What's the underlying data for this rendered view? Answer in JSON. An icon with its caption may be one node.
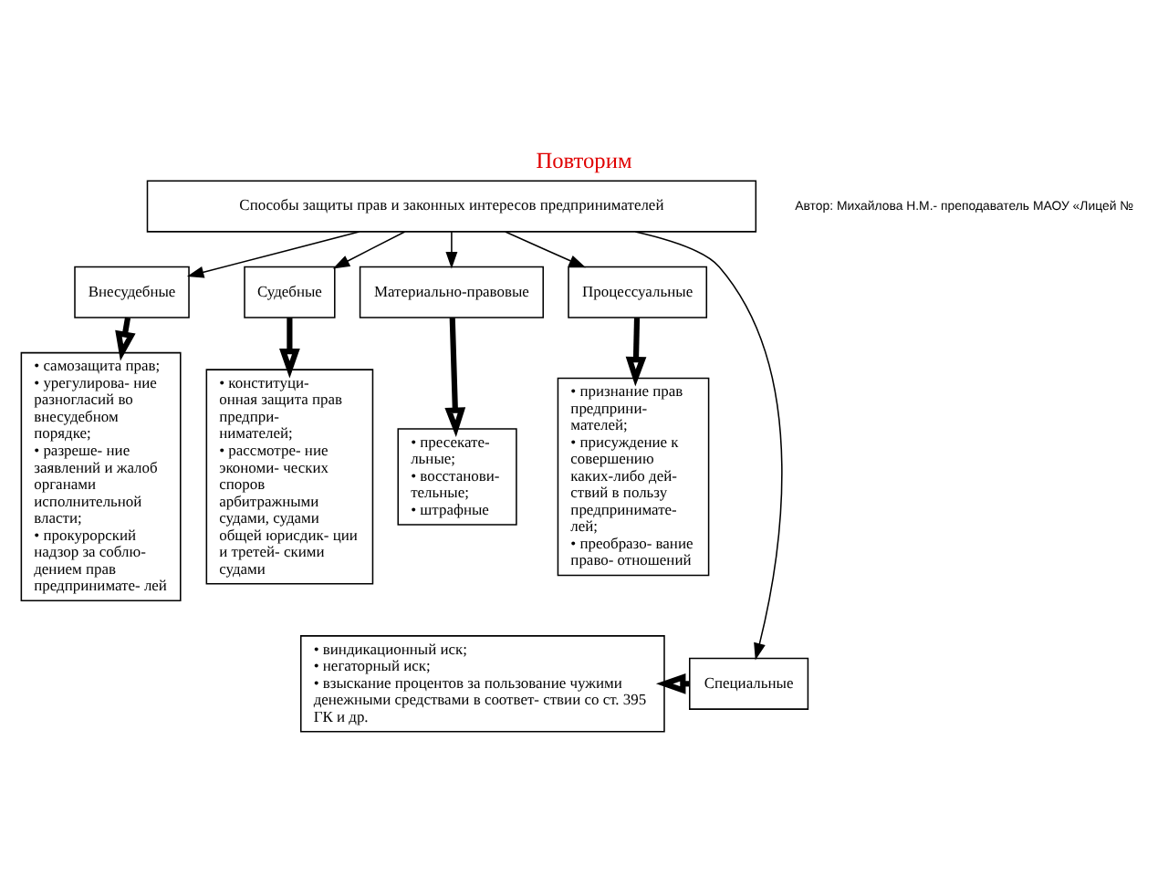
{
  "diagram": {
    "title": "Повторим",
    "nodes": [
      {
        "text": [
          "Способы защиты прав и законных интересов предпринимателей"
        ]
      },
      {
        "text": [
          "Внесудебные"
        ]
      },
      {
        "text": [
          "Судебные"
        ]
      },
      {
        "text": [
          "Материально-правовые"
        ]
      },
      {
        "text": [
          "Процессуальные"
        ]
      },
      {
        "text": [
          "• самозащита прав;",
          "• урегулирова- ние разногласий во внесудебном порядке;",
          "• разреше- ние заявлений и жалоб органами исполнительной власти;",
          "• прокурорский надзор за соблю- дением прав предпринимате- лей"
        ]
      },
      {
        "text": [
          "• конституци- онная защита прав предпри- нимателей;",
          "• рассмотре- ние экономи- ческих споров арбитражными судами, судами общей юрисдик- ции и третей- скими судами"
        ]
      },
      {
        "text": [
          "• пресекате- льные;",
          "• восстанови- тельные;",
          "• штрафные"
        ]
      },
      {
        "text": [
          "• признание прав предприни- мателей;",
          "• присуждение к совершению каких-либо дей- ствий в пользу предпринимате- лей;",
          "• преобразо- вание право- отношений"
        ]
      },
      {
        "text": [
          "Специальные"
        ]
      },
      {
        "text": [
          "• виндикационный иск;",
          "• негаторный иск;",
          "• взыскание процентов за пользование чужими денежными средствами в соответ- ствии со ст. 395 ГК и др."
        ]
      }
    ],
    "edges": [
      {
        "from": 0,
        "to": 1,
        "arrow": "to"
      },
      {
        "from": 0,
        "to": 2,
        "arrow": "to"
      },
      {
        "from": 0,
        "to": 3,
        "arrow": "to"
      },
      {
        "from": 0,
        "to": 4,
        "arrow": "to"
      },
      {
        "from": 1,
        "to": 5,
        "arrow": "to",
        "style": "thick"
      },
      {
        "from": 2,
        "to": 6,
        "arrow": "to",
        "style": "thick"
      },
      {
        "from": 3,
        "to": 7,
        "arrow": "to",
        "style": "thick"
      },
      {
        "from": 4,
        "to": 8,
        "arrow": "to",
        "style": "thick"
      },
      {
        "from": 0,
        "to": 9,
        "arrow": "to"
      },
      {
        "from": 9,
        "to": 10,
        "arrow": "to",
        "style": "thick"
      }
    ],
    "labels": [
      "Автор: Михайлова Н.М.- преподаватель МАОУ «Лицей №"
    ]
  }
}
